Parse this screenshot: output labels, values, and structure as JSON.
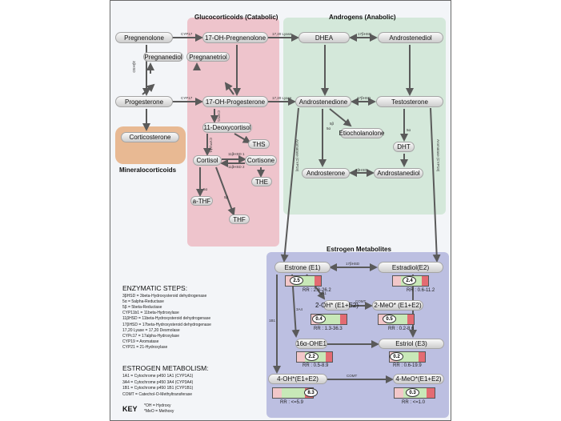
{
  "regions": {
    "glucocorticoids": "Glucocorticoids (Catabolic)",
    "androgens": "Androgens (Anabolic)",
    "mineralocorticoids": "Mineralocorticoids",
    "estrogen_metabolites": "Estrogen Metabolites"
  },
  "nodes": {
    "pregnenolone": "Pregnenolone",
    "oh17_pregnenolone": "17-OH-Pregnenolone",
    "dhea": "DHEA",
    "androstenediol": "Androstenediol",
    "pregnanediol": "Pregnanediol",
    "pregnanetriol": "Pregnanetriol",
    "progesterone": "Progesterone",
    "oh17_progesterone": "17-OH-Progesterone",
    "androstenedione": "Androstenedione",
    "testosterone": "Testosterone",
    "corticosterone": "Corticosterone",
    "deoxycortisol": "11-Deoxycortisol",
    "etiocholanolone": "Etiocholanolone",
    "ths": "THS",
    "dht": "DHT",
    "cortisol": "Cortisol",
    "cortisone": "Cortisone",
    "the": "THE",
    "androsterone": "Androsterone",
    "androstanediol": "Androstanediol",
    "a_thf": "a-THF",
    "thf": "THF",
    "estrone": "Estrone (E1)",
    "estradiol": "Estradiol(E2)",
    "oh2": "2-OH* (E1+E2)",
    "meo2": "2-MeO* (E1+E2)",
    "ohe16": "16α-OHE1",
    "estriol": "Estriol (E3)",
    "oh4": "4-OH*(E1+E2)",
    "meo4": "4-MeO*(E1+E2)"
  },
  "edge_labels": {
    "cyp17_top": "CYP17",
    "lyase_top": "17,20 Lyase",
    "hsd17_top": "17βHSD",
    "hsd3_left": "3βHSD",
    "cyp17_mid": "CYP17",
    "lyase_mid": "17,20 Lyase",
    "hsd17_mid": "17βHSD",
    "cyp21": "CYP21",
    "s5b": "5β",
    "s5a": "5α",
    "s5a_dht": "5α",
    "cyp11b1": "CYP11b1",
    "hsd11_1": "11βHSD 1",
    "hsd11_2": "11βHSD 2",
    "s5a_cortisol": "5α",
    "s5b_cortisol": "5β",
    "hsd3_andro": "3βHSD",
    "arom_left": "Aromatase (CYP19)",
    "arom_right": "Aromatase (CYP19)",
    "hsd17_est": "17βHSD",
    "a1a1": "1A1",
    "comt_mid": "COMT",
    "a3a4": "3A4",
    "a1b1": "1B1",
    "comt_bottom": "COMT"
  },
  "gauges": {
    "estrone": {
      "value": "2.5",
      "rr": "RR : 2.8-26.2",
      "level": 0.31
    },
    "estradiol": {
      "value": "2.4",
      "rr": "RR : 0.6-11.2",
      "level": 0.46
    },
    "oh2": {
      "value": "0.4",
      "rr": "RR : 1.3-36.3",
      "level": 0.22
    },
    "meo2": {
      "value": "0.5",
      "rr": "RR : 0.2-8.6",
      "level": 0.3
    },
    "ohe16": {
      "value": "2.2",
      "rr": "RR : 0.5-8.9",
      "level": 0.42
    },
    "estriol": {
      "value": "0.2",
      "rr": "RR : 0.6-19.9",
      "level": 0.2
    },
    "oh4": {
      "value": "8.3",
      "rr": "RR : <=5.9",
      "level": 0.92
    },
    "meo4": {
      "value": "0.3",
      "rr": "RR : <=1.0",
      "level": 0.44
    }
  },
  "legend": {
    "enzymatic_title": "ENZYMATIC STEPS:",
    "enzymatic_lines": [
      "3βHSD = 3beta-Hydroxysteroid dehydrogenase",
      "5α = 5alpha-Reductase",
      "5β = 5beta-Reductase",
      "CYP11b1 = 11beta-Hydroxylase",
      "11βHSD = 11beta-Hydroxysteroid dehydrogenase",
      "17βHSD = 17beta-Hydroxysteroid dehydrogenase",
      "17,20 Lyase = 17,20 Desmolase",
      "CYPc17 = 17alpha-Hydroxylase",
      "CYP19 = Aromatase",
      "CYP21 = 21-Hydroxylase"
    ],
    "estrogen_title": "ESTROGEN METABOLISM:",
    "estrogen_lines": [
      "1A1 = Cytochrome p450 1A1 (CYP1A1)",
      "3A4 = Cytochrome p450 3A4 (CYP3A4)",
      "1B1 = Cytochrome p450 1B1 (CYP1B1)",
      "COMT = Catechol-O-Methyltransferase"
    ],
    "key_title": "KEY",
    "key_lines": [
      "*OH = Hydroxy",
      "*MeO = Methoxy"
    ]
  },
  "colors": {
    "glucocorticoid_bg": "#eec4cc",
    "androgen_bg": "#d4e8da",
    "mineral_bg": "#e8b993",
    "estrogen_bg": "#bcbfe1",
    "arrow": "#5a5a5a",
    "gauge_low": "#f2c7c9",
    "gauge_mid": "#c8e8b8",
    "gauge_high": "#e36b72"
  }
}
